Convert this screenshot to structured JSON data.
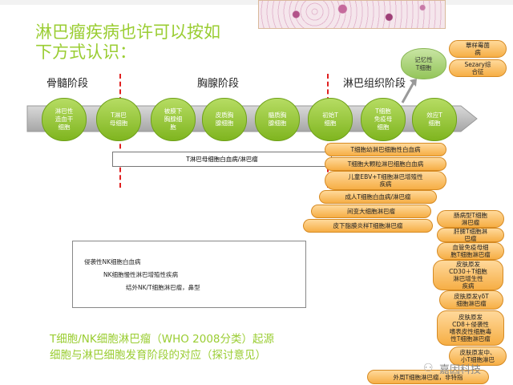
{
  "title": {
    "line1": "淋巴瘤疾病也许可以按如",
    "line2": "下方式认识："
  },
  "stages": [
    {
      "label": "骨髓阶段"
    },
    {
      "label": "胸腺阶段"
    },
    {
      "label": "淋巴组织阶段"
    }
  ],
  "nodes": [
    {
      "label": "淋巴性\n造血干\n细胞"
    },
    {
      "label": "T淋巴\n母细胞"
    },
    {
      "label": "被膜下\n胸腺细\n胞"
    },
    {
      "label": "皮质胸\n腺细胞"
    },
    {
      "label": "髓质胸\n腺细胞"
    },
    {
      "label": "初始T\n细胞"
    },
    {
      "label": "T细胞\n免疫母\n细胞"
    },
    {
      "label": "效应T\n细胞"
    }
  ],
  "memory_node": {
    "label": "记忆性\nT细胞"
  },
  "t_lymphoblastic_label": "T淋巴母细胞白血病/淋巴瘤",
  "pills": [
    {
      "label": "蕈样霉菌\n病"
    },
    {
      "label": "Sezary综\n合征"
    },
    {
      "label": "T细胞幼淋巴细胞性白血病"
    },
    {
      "label": "T细胞大颗粒淋巴细胞白血病"
    },
    {
      "label": "儿童EBV+T细胞淋巴增殖性\n疾病"
    },
    {
      "label": "成人T细胞白血病/淋巴瘤"
    },
    {
      "label": "间变大细胞淋巴瘤"
    },
    {
      "label": "皮下脂膜炎样T细胞淋巴瘤"
    },
    {
      "label": "肠病型T细胞\n淋巴瘤"
    },
    {
      "label": "肝脾T细胞淋\n巴瘤"
    },
    {
      "label": "血管免疫母细\n胞T细胞淋巴瘤"
    },
    {
      "label": "皮肤原发\nCD30＋T细胞\n淋巴增生性\n疾病"
    },
    {
      "label": "皮肤原发γδT\n细胞淋巴瘤"
    },
    {
      "label": "皮肤原发\nCD8＋侵袭性\n嗜表皮性细胞毒\n性T细胞淋巴瘤"
    },
    {
      "label": "皮肤原发中、\n小T细胞淋巴"
    },
    {
      "label": "外周T细胞淋巴瘤，非特指"
    }
  ],
  "nk_box": {
    "line1": "侵袭性NK细胞白血病",
    "line2": "NK细胞慢性淋巴增殖性疾病",
    "line3": "结外NK/T细胞淋巴瘤，鼻型"
  },
  "caption": {
    "line1": "T细胞/NK细胞淋巴瘤（WHO 2008分类）起源",
    "line2": "细胞与淋巴细胞发育阶段的对应（探讨意见）"
  },
  "watermark": "嘉因科技",
  "colors": {
    "title": "#9acd32",
    "node": "#8cc63f",
    "pill": "#f8b34c",
    "dash": "#e02020"
  }
}
